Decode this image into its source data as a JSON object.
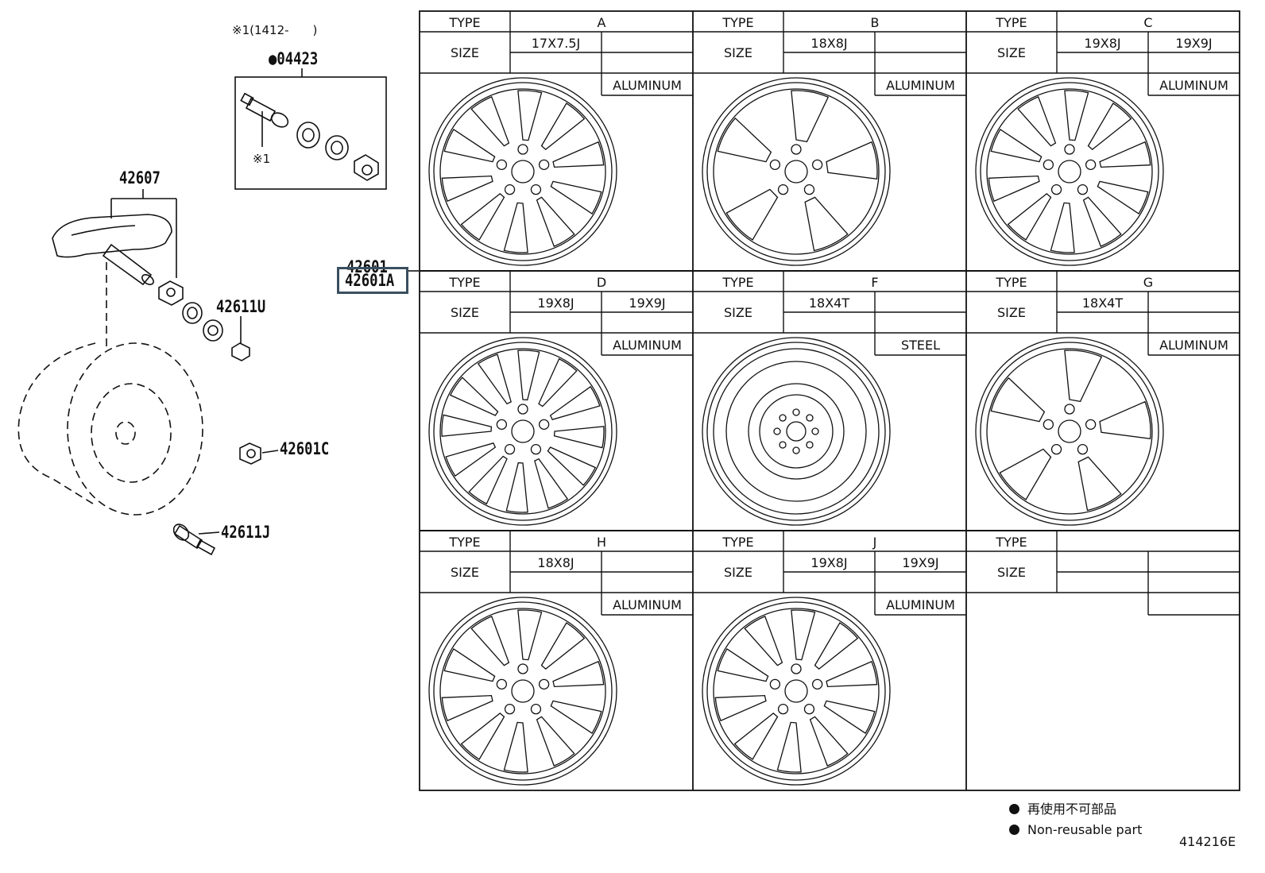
{
  "note_range": "※1(1412-　　)",
  "note_mark": "※1",
  "parts": {
    "p04423": "●04423",
    "p42607": "42607",
    "p42611U": "42611U",
    "p42601C": "42601C",
    "p42611J": "42611J",
    "p42601": "42601",
    "p42601A": "42601A"
  },
  "labels": {
    "type": "TYPE",
    "size": "SIZE"
  },
  "wheels": [
    {
      "type": "A",
      "sizes": [
        "17X7.5J",
        ""
      ],
      "material": "ALUMINUM"
    },
    {
      "type": "B",
      "sizes": [
        "18X8J",
        ""
      ],
      "material": "ALUMINUM"
    },
    {
      "type": "C",
      "sizes": [
        "19X8J",
        "19X9J"
      ],
      "material": "ALUMINUM"
    },
    {
      "type": "D",
      "sizes": [
        "19X8J",
        "19X9J"
      ],
      "material": "ALUMINUM"
    },
    {
      "type": "F",
      "sizes": [
        "18X4T",
        ""
      ],
      "material": "STEEL"
    },
    {
      "type": "G",
      "sizes": [
        "18X4T",
        ""
      ],
      "material": "ALUMINUM"
    },
    {
      "type": "H",
      "sizes": [
        "18X8J",
        ""
      ],
      "material": "ALUMINUM"
    },
    {
      "type": "J",
      "sizes": [
        "19X8J",
        "19X9J"
      ],
      "material": "ALUMINUM"
    },
    {
      "type": "",
      "sizes": [
        "",
        ""
      ],
      "material": ""
    }
  ],
  "legend": {
    "jp": "再使用不可部品",
    "en": "Non-reusable part"
  },
  "diagram_id": "414216E"
}
